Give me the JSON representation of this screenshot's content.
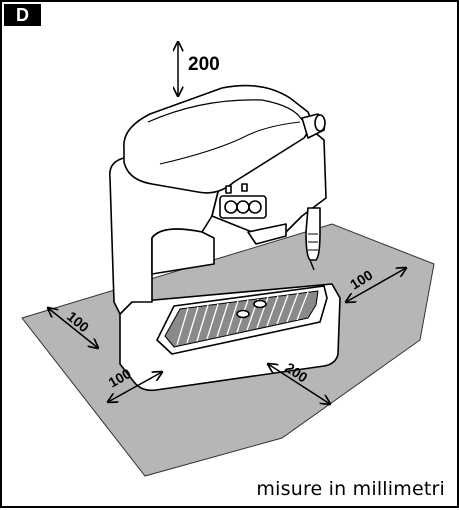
{
  "panel": {
    "label": "D",
    "caption": "misure in millimetri"
  },
  "dimensions": {
    "top": "200",
    "right_side": "100",
    "left_side": "100",
    "front_left": "100",
    "front_right": "200"
  },
  "colors": {
    "floor": "#b6b6b6",
    "outline": "#000000",
    "machine_fill": "#ffffff",
    "tray_grate": "#888888"
  }
}
